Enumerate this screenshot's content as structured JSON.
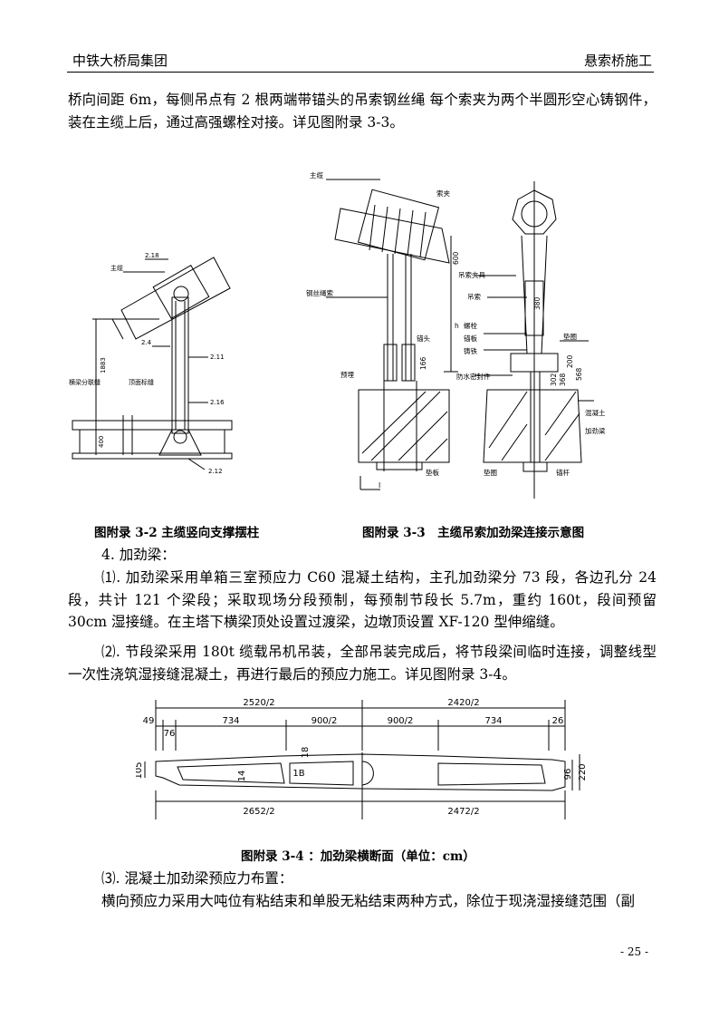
{
  "header": {
    "left": "中铁大桥局集团",
    "right": "悬索桥施工"
  },
  "paragraphs": {
    "p1": "桥向间距 6m，每侧吊点有 2 根两端带锚头的吊索钢丝绳 每个索夹为两个半圆形空心铸钢件，装在主缆上后，通过高强螺栓对接。详见图附录 3-3。",
    "p2": "4. 加劲梁：",
    "p3": "⑴. 加劲梁采用单箱三室预应力 C60 混凝土结构，主孔加劲梁分 73 段，各边孔分 24 段，共计 121 个梁段；采取现场分段预制，每预制节段长 5.7m，重约 160t，段间预留 30cm 湿接缝。在主塔下横梁顶处设置过渡梁，边墩顶设置 XF-120 型伸缩缝。",
    "p4": "⑵. 节段梁采用 180t 缆载吊机吊装，全部吊装完成后，将节段梁间临时连接，调整线型一次性浇筑湿接缝混凝土，再进行最后的预应力施工。详见图附录 3-4。",
    "p5": "⑶. 混凝土加劲梁预应力布置：",
    "p6": "横向预应力采用大吨位有粘结束和单股无粘结束两种方式，除位于现浇湿接缝范围（副"
  },
  "captions": {
    "fig32": "图附录 3-2 主缆竖向支撑摆柱",
    "fig33": "图附录 3-3　主缆吊索加劲梁连接示意图",
    "fig34": "图附录 3-4 ：加劲梁横断面（单位：cm）"
  },
  "fig32": {
    "labels": {
      "l1": "2.18",
      "l2": "主缆",
      "l3": "2.4",
      "l4": "2.11",
      "l5": "2.16",
      "l6": "2.12",
      "l7": "横梁分联缝",
      "l8": "顶面标缝",
      "dim1": "1883",
      "dim2": "400"
    }
  },
  "fig33": {
    "labels": {
      "l1": "主缆",
      "l2": "索夹",
      "l3": "钢丝绳索",
      "l4": "吊索夹具",
      "l5": "锚头",
      "l6": "吊索",
      "l7": "螺栓",
      "l8": "锚板",
      "l9": "垫圈",
      "l10": "铸铁",
      "l11": "防水密封件",
      "l12": "混凝土",
      "l13": "加劲梁",
      "l14": "垫圈",
      "l15": "锚杆",
      "l16": "垫板",
      "l17": "预埋",
      "dim1": "600",
      "dim2": "h",
      "dim3": "166",
      "dim4": "380",
      "dim5": "200",
      "dim6": "568",
      "dim7": "302",
      "dim8": "368",
      "sec": "I"
    }
  },
  "fig34": {
    "labels": {
      "top_left": "2520/2",
      "top_right": "2420/2",
      "d49": "49",
      "d76": "76",
      "d734a": "734",
      "d900a": "900/2",
      "d900b": "900/2",
      "d734b": "734",
      "d26": "26",
      "bot_left": "2652/2",
      "bot_right": "2472/2",
      "h105": "105",
      "h18": "18",
      "h14": "14",
      "h1b": "1B",
      "h96": "96",
      "h220": "220"
    }
  }
}
